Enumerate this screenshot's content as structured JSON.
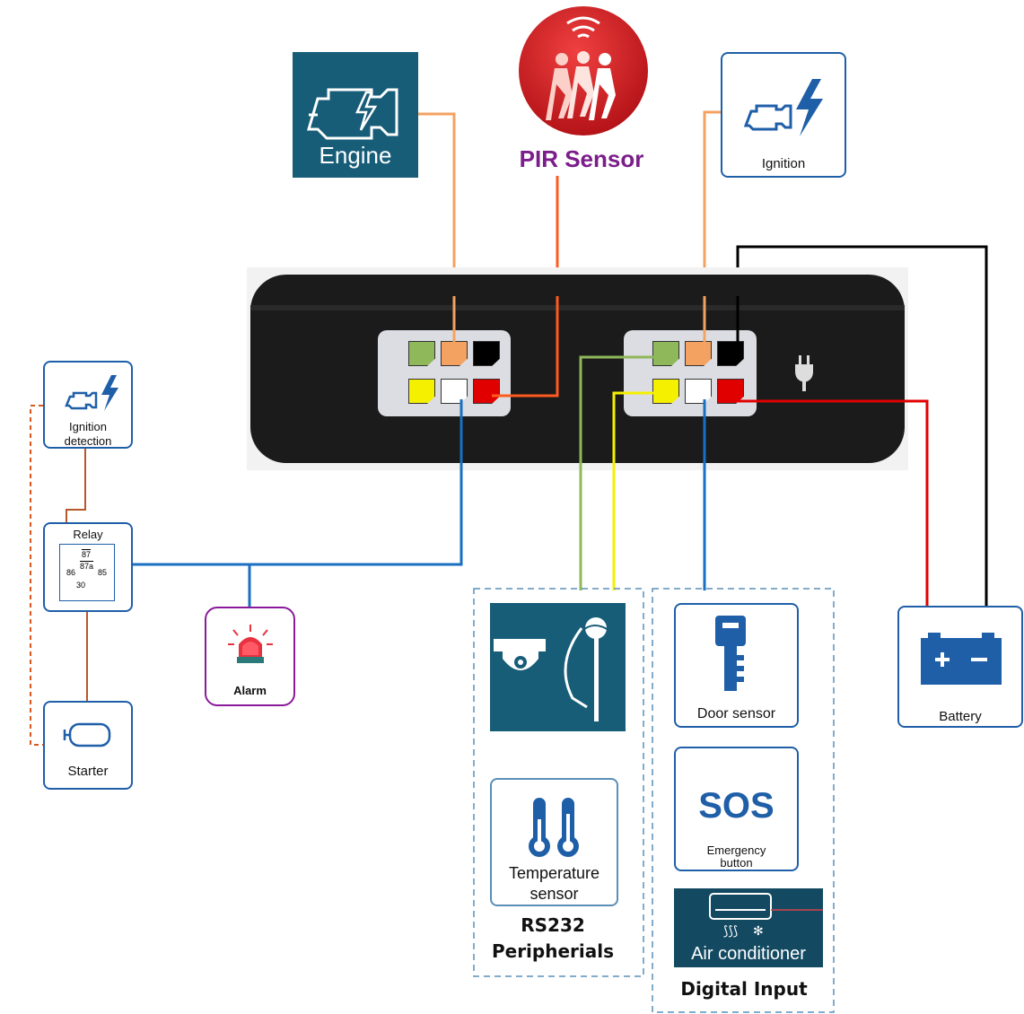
{
  "title": {
    "pir": "PIR Sensor"
  },
  "cards": {
    "engine": "Engine",
    "ignition": "Ignition",
    "ignition_detection_line1": "Ignition",
    "ignition_detection_line2": "detection",
    "relay": "Relay",
    "relay_pins": {
      "p87": "87",
      "p87a": "87a",
      "p86": "86",
      "p85": "85",
      "p30": "30"
    },
    "alarm": "Alarm",
    "starter": "Starter",
    "battery": "Battery",
    "door_sensor": "Door sensor",
    "sos": "SOS",
    "emergency_line1": "Emergency",
    "emergency_line2": "button",
    "temperature_line1": "Temperature",
    "temperature_line2": "sensor",
    "air_conditioner": "Air conditioner"
  },
  "groups": {
    "rs232_line1": "RS232",
    "rs232_line2": "Peripherials",
    "digital_input": "Digital Input"
  },
  "colors": {
    "orange": "#f4a261",
    "dark_orange": "#ff5a1f",
    "black": "#000000",
    "red": "#e00000",
    "blue": "#1a6fc0",
    "green": "#8fb85a",
    "yellow": "#f5ef00",
    "purple": "#8a1a9a",
    "relay_brown": "#b5582a",
    "pir_title": "#7b1d8a",
    "card_border": "#1f5fa8",
    "tile_bg": "#175d78"
  }
}
